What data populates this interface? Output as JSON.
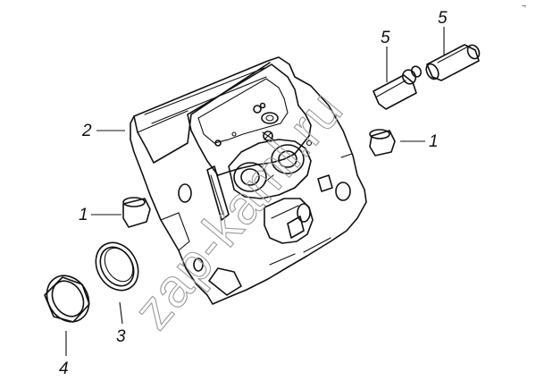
{
  "diagram": {
    "corner_mark": "¬",
    "watermark": "zap-kaml.ru",
    "callouts": {
      "sleeve_left": "5",
      "sleeve_right": "5",
      "head": "2",
      "seat_right": "1",
      "seat_left": "1",
      "ring_small": "3",
      "ring_large": "4"
    }
  }
}
